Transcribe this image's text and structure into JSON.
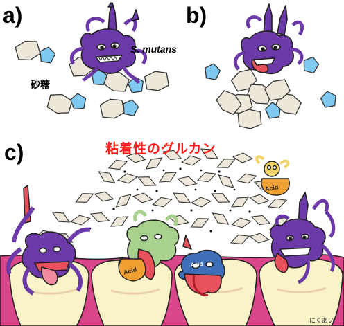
{
  "panels": {
    "a": "a)",
    "b": "b)",
    "c": "c)"
  },
  "labels": {
    "species": "S. mutans",
    "sugar": "砂糖",
    "glucan": "粘着性のグルカン"
  },
  "acid_labels": [
    "Acid",
    "Acid",
    "Acid"
  ],
  "signature": "にくあい",
  "colors": {
    "bacterium_purple": "#6b3aa8",
    "bacterium_green": "#a9d18e",
    "tongue_red": "#e8505b",
    "sucrose_blue": "#7fc8f0",
    "glucose_beige": "#ece7d8",
    "gum_pink": "#d9468a",
    "tooth_cream": "#fbf3c8",
    "title_red": "#ff1a1a"
  }
}
